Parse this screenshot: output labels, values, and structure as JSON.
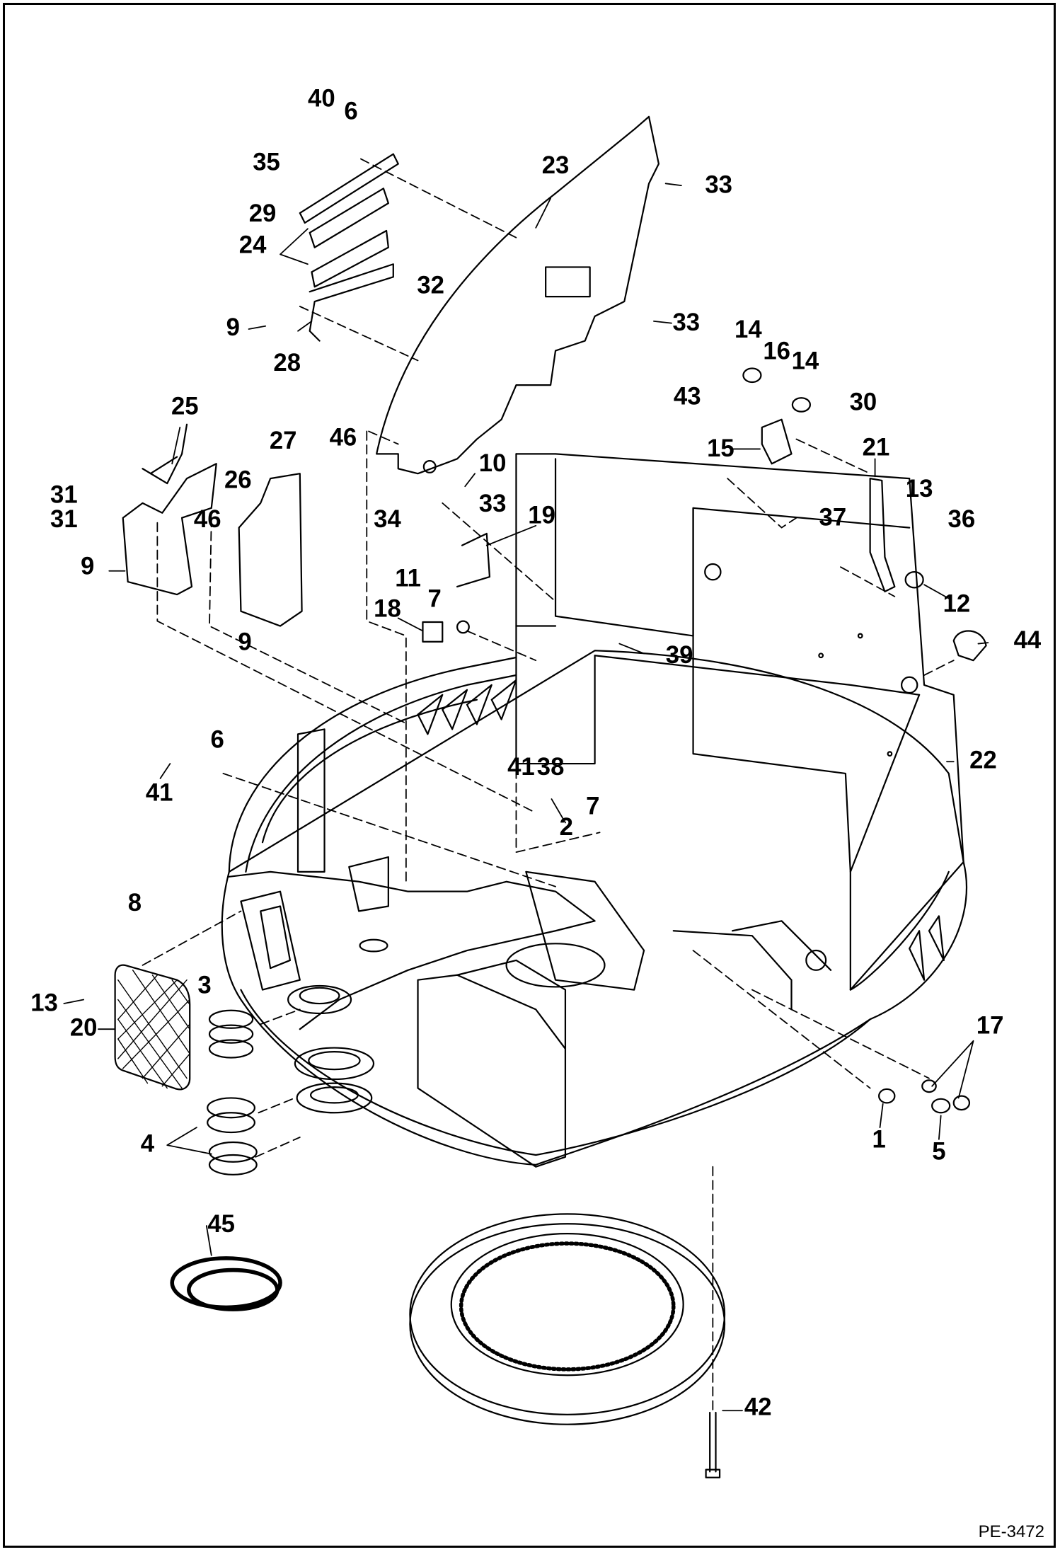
{
  "drawing_code": "PE-3472",
  "callouts": [
    "40",
    "6",
    "35",
    "29",
    "24",
    "9",
    "28",
    "32",
    "23",
    "33",
    "33",
    "25",
    "27",
    "46",
    "31",
    "31",
    "9",
    "26",
    "46",
    "9",
    "10",
    "33",
    "34",
    "19",
    "11",
    "18",
    "7",
    "39",
    "14",
    "16",
    "14",
    "43",
    "30",
    "15",
    "21",
    "13",
    "36",
    "37",
    "12",
    "44",
    "22",
    "6",
    "41",
    "41",
    "38",
    "7",
    "2",
    "8",
    "13",
    "20",
    "3",
    "4",
    "45",
    "17",
    "1",
    "5",
    "42"
  ]
}
